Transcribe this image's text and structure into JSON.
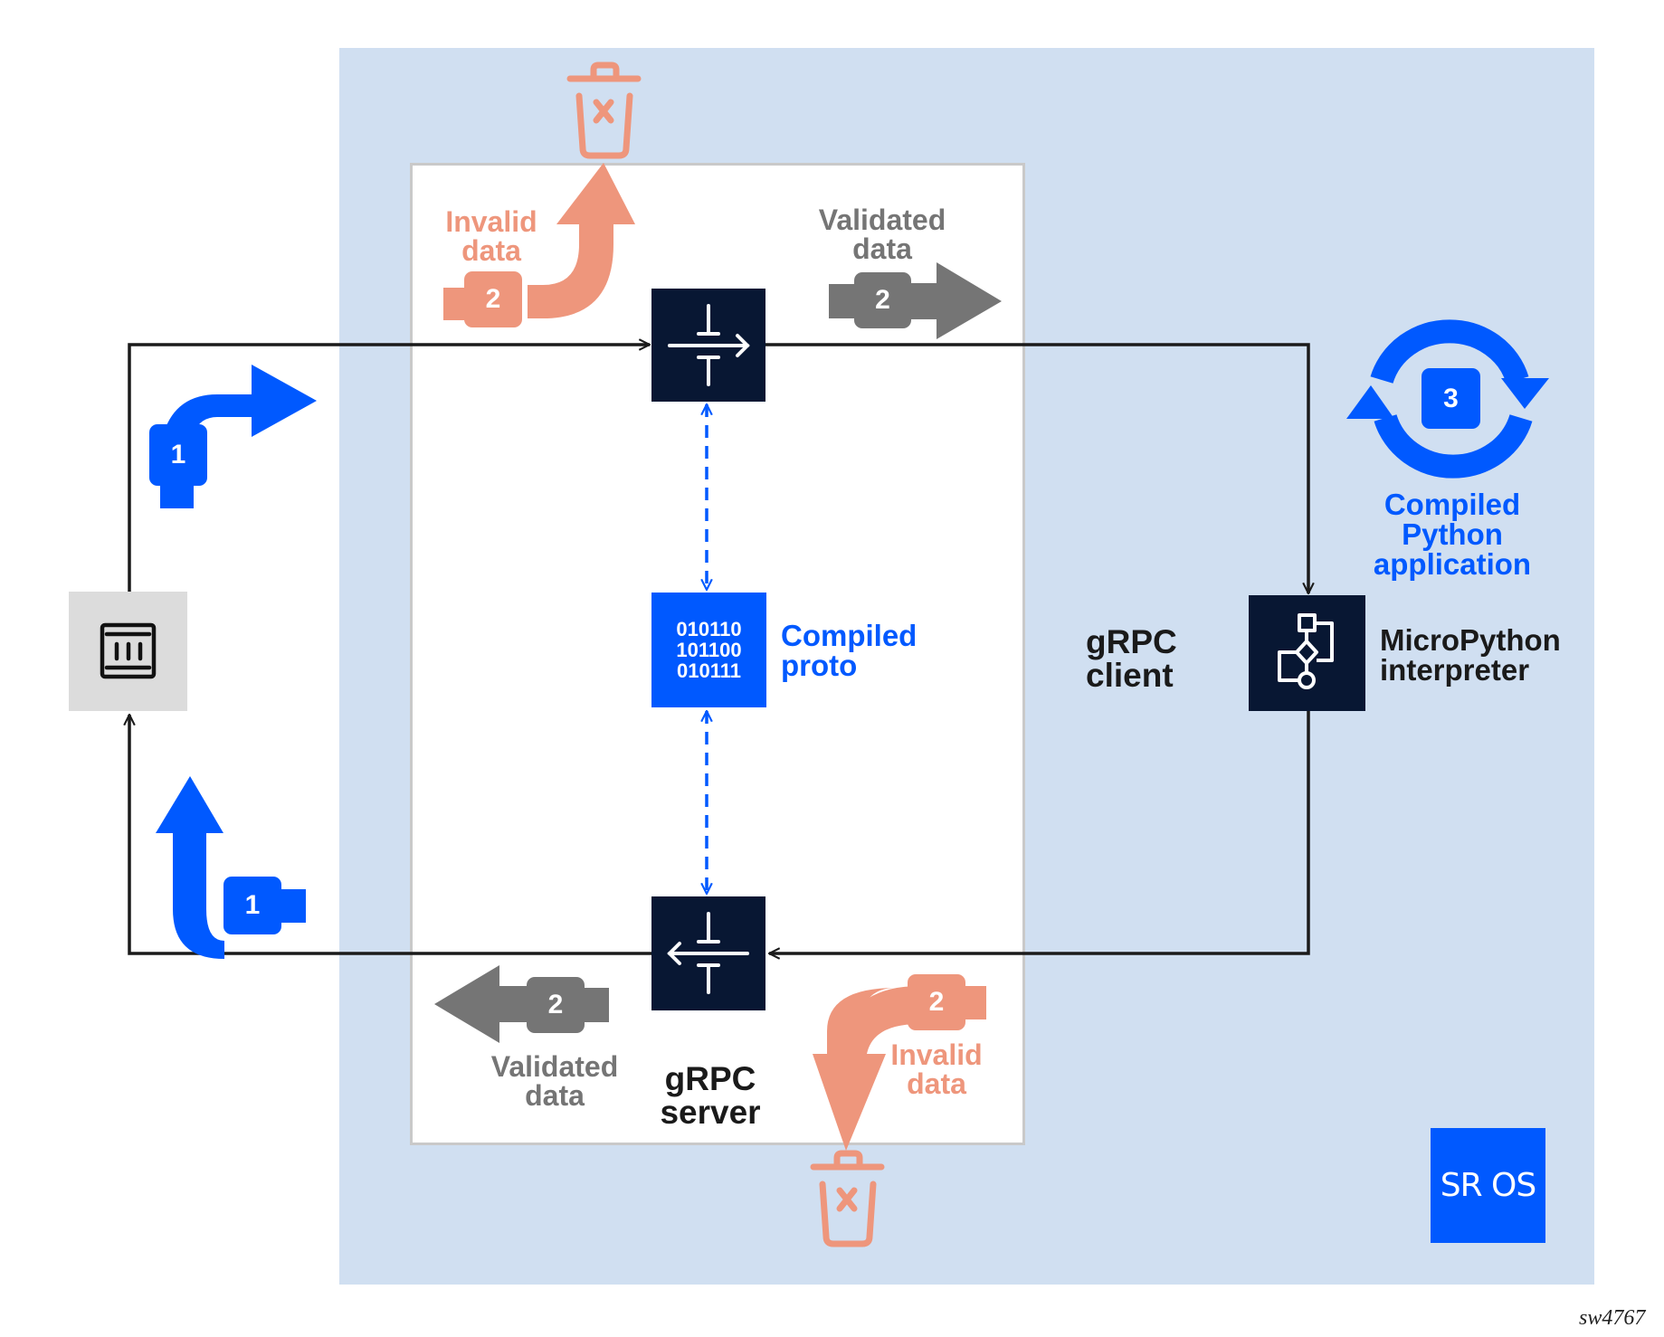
{
  "diagram": {
    "container_label": "SR OS",
    "figure_id": "sw4767",
    "server": {
      "label_line1": "gRPC",
      "label_line2": "server",
      "inbound_icon": "decode-arrow-right-icon",
      "outbound_icon": "encode-arrow-left-icon"
    },
    "client": {
      "label_line1": "gRPC",
      "label_line2": "client"
    },
    "proto": {
      "bits": [
        "010110",
        "101100",
        "010111"
      ],
      "label_line1": "Compiled",
      "label_line2": "proto"
    },
    "interpreter": {
      "label_line1": "MicroPython",
      "label_line2": "interpreter",
      "icon": "flowchart-icon"
    },
    "application": {
      "step": "3",
      "label_line1": "Compiled",
      "label_line2": "Python",
      "label_line3": "application",
      "icon": "cycle-icon"
    },
    "external_device": {
      "icon": "device-icon"
    },
    "steps": {
      "request_in": "1",
      "response_out": "1",
      "invalid_in": "2",
      "validated_in": "2",
      "validated_out": "2",
      "invalid_out": "2"
    },
    "labels": {
      "invalid_top_l1": "Invalid",
      "invalid_top_l2": "data",
      "validated_top_l1": "Validated",
      "validated_top_l2": "data",
      "validated_bottom_l1": "Validated",
      "validated_bottom_l2": "data",
      "invalid_bottom_l1": "Invalid",
      "invalid_bottom_l2": "data"
    },
    "colors": {
      "panel": "#d0dff1",
      "accent_blue": "#0059ff",
      "dark_navy": "#081733",
      "invalid_salmon": "#ee967c",
      "validated_grey": "#757575"
    }
  }
}
